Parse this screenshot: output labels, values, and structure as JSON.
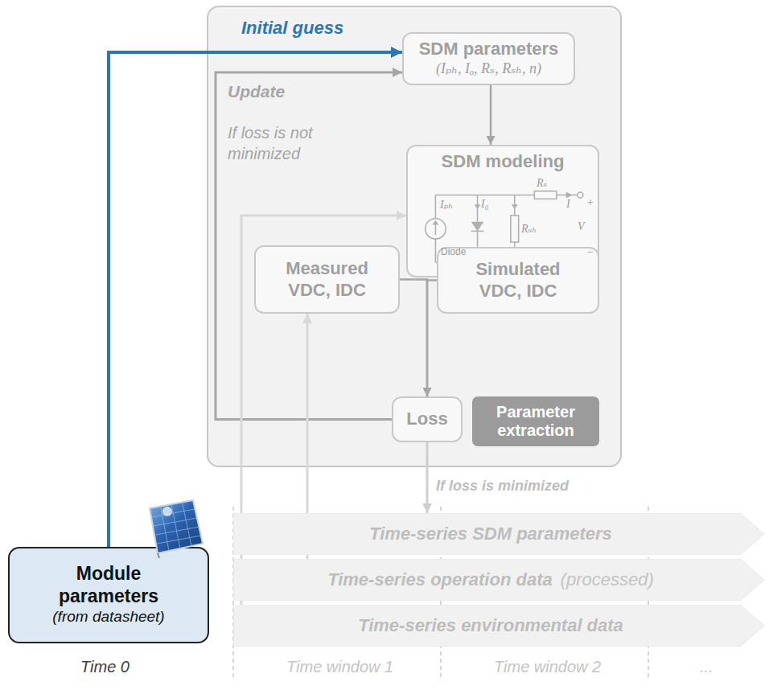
{
  "diagram": {
    "nodes": [
      {
        "text": [
          "Parameter extraction"
        ]
      },
      {
        "text": [
          "SDM parameters",
          "(Iₚₕ, Iₒ, Rₛ, Rₛₕ, n)"
        ],
        "in": 0
      },
      {
        "text": [
          "SDM modeling"
        ],
        "in": 0
      },
      {
        "text": [
          "Measured",
          "VDC, IDC"
        ],
        "in": 0
      },
      {
        "text": [
          "Simulated",
          "VDC, IDC"
        ],
        "in": 0
      },
      {
        "text": [
          "Loss"
        ],
        "in": 0
      },
      {
        "text": [
          "Time-series SDM parameters"
        ]
      },
      {
        "text": [
          "Time-series operation data",
          "(processed)"
        ]
      },
      {
        "text": [
          "Time-series environmental data"
        ]
      },
      {
        "text": [
          "Module parameters",
          "(from datasheet)"
        ]
      }
    ],
    "edges": [
      {
        "from": 9,
        "to": 1,
        "arrow": "to",
        "label": "Initial guess"
      },
      {
        "from": 5,
        "to": 1,
        "arrow": "to",
        "label": "Update"
      },
      {
        "from": 1,
        "to": 2,
        "arrow": "to"
      },
      {
        "from": 2,
        "to": 4,
        "arrow": "to"
      },
      {
        "from": 3,
        "to": 5,
        "arrow": "to"
      },
      {
        "from": 4,
        "to": 5,
        "arrow": "to"
      },
      {
        "from": 5,
        "to": 6,
        "arrow": "to",
        "label": "If loss is minimized"
      },
      {
        "from": 7,
        "to": 3,
        "arrow": "to"
      },
      {
        "from": 8,
        "to": 2,
        "arrow": "to"
      }
    ],
    "labels": [
      "If loss is not minimized",
      "Iₚₕ",
      "I₀",
      "Rₛ",
      "I",
      "+",
      "V",
      "−",
      "Diode",
      "Rₛₕ",
      "Time 0",
      "Time window 1",
      "Time window 2",
      "..."
    ]
  }
}
